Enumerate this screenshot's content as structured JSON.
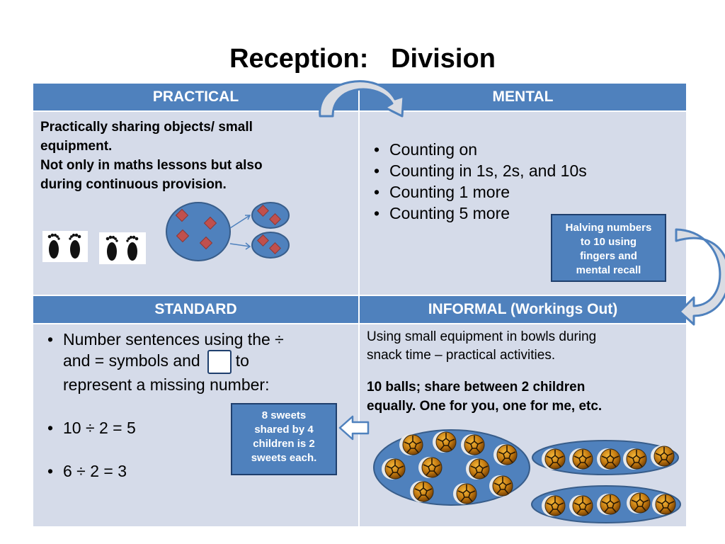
{
  "title": "Reception:   Division",
  "headers": {
    "practical": "PRACTICAL",
    "mental": "MENTAL",
    "standard": "STANDARD",
    "informal": "INFORMAL (Workings Out)"
  },
  "practical": {
    "lines": [
      "Practically sharing objects/ small",
      "equipment.",
      "Not only in maths lessons but also",
      "during continuous provision."
    ]
  },
  "mental": {
    "items": [
      "Counting on",
      "Counting in 1s, 2s, and 10s",
      "Counting 1 more",
      "Counting 5 more"
    ],
    "callout": [
      "Halving numbers",
      "to 10 using",
      "fingers and",
      "mental recall"
    ]
  },
  "standard": {
    "item1_part1": "Number sentences using the ÷",
    "item1_part2": "and = symbols and",
    "item1_part3": "to",
    "item1_part4": "represent a missing number:",
    "item2": "10 ÷ 2 = 5",
    "item3": "6 ÷ 2 = 3",
    "callout": [
      "8 sweets",
      "shared by 4",
      "children is 2",
      "sweets each."
    ]
  },
  "informal": {
    "line1": "Using small equipment in bowls during",
    "line2": "snack time – practical activities.",
    "bold1": "10 balls; share between 2 children",
    "bold2": "equally. One for you, one for me, etc."
  },
  "colors": {
    "header_blue": "#4f81bd",
    "cell_bg": "#d5dbe9",
    "circle_blue": "#4f81bd",
    "diamond_red": "#c0504d"
  }
}
